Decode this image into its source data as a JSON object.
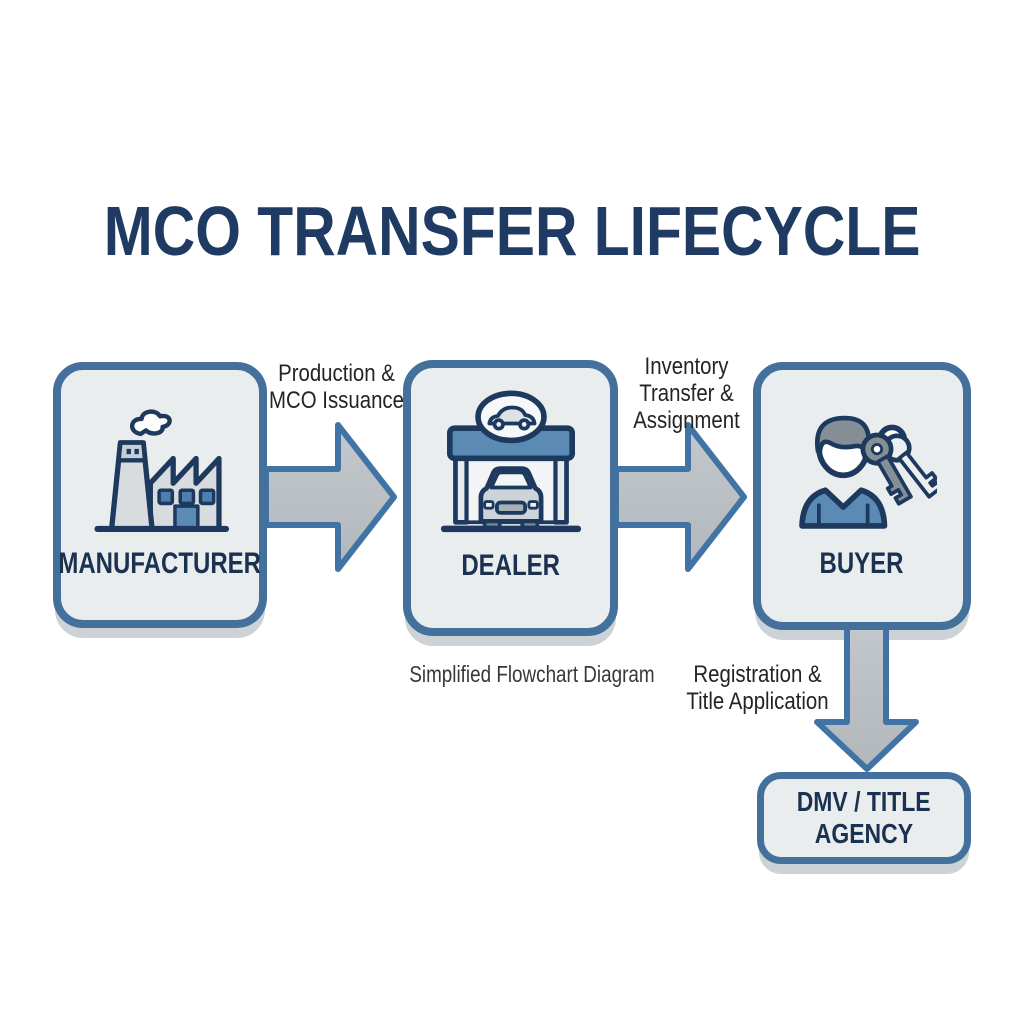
{
  "title": "MCO TRANSFER LIFECYCLE",
  "caption": "Simplified Flowchart Diagram",
  "nodes": [
    {
      "id": "manufacturer",
      "label": "MANUFACTURER",
      "icon": "factory-icon"
    },
    {
      "id": "dealer",
      "label": "DEALER",
      "icon": "car-dealership-icon"
    },
    {
      "id": "buyer",
      "label": "BUYER",
      "icon": "person-with-keys-icon"
    },
    {
      "id": "dmv",
      "label": "DMV / TITLE AGENCY",
      "label_lines": [
        "DMV / TITLE",
        "AGENCY"
      ]
    }
  ],
  "edges": [
    {
      "from": "manufacturer",
      "to": "dealer",
      "label_lines": [
        "Production &",
        "MCO Issuance"
      ]
    },
    {
      "from": "dealer",
      "to": "buyer",
      "label_lines": [
        "Inventory",
        "Transfer &",
        "Assignment"
      ]
    },
    {
      "from": "buyer",
      "to": "dmv",
      "label_lines": [
        "Registration &",
        "Title Application"
      ]
    }
  ],
  "icons": {
    "factory-icon": "factory building with chimney and smoke",
    "car-dealership-icon": "dealership canopy with car and oval car sign",
    "person-with-keys-icon": "person holding car keys on a ring"
  },
  "colors": {
    "background": "#ffffff",
    "title_navy": "#1f3b63",
    "box_border_blue": "#44709c",
    "box_fill": "#eaedee",
    "shadow_gray": "#cdd2d6",
    "arrow_fill_light": "#c3c8cc",
    "arrow_fill_dark": "#b2b7bc",
    "arrow_stroke_blue": "#4173a4",
    "icon_outline_navy": "#1d3a5e",
    "icon_accent_blue": "#5b8ab5",
    "icon_gray": "#878f96",
    "node_label_navy": "#1b3150",
    "edge_text": "#242424"
  }
}
